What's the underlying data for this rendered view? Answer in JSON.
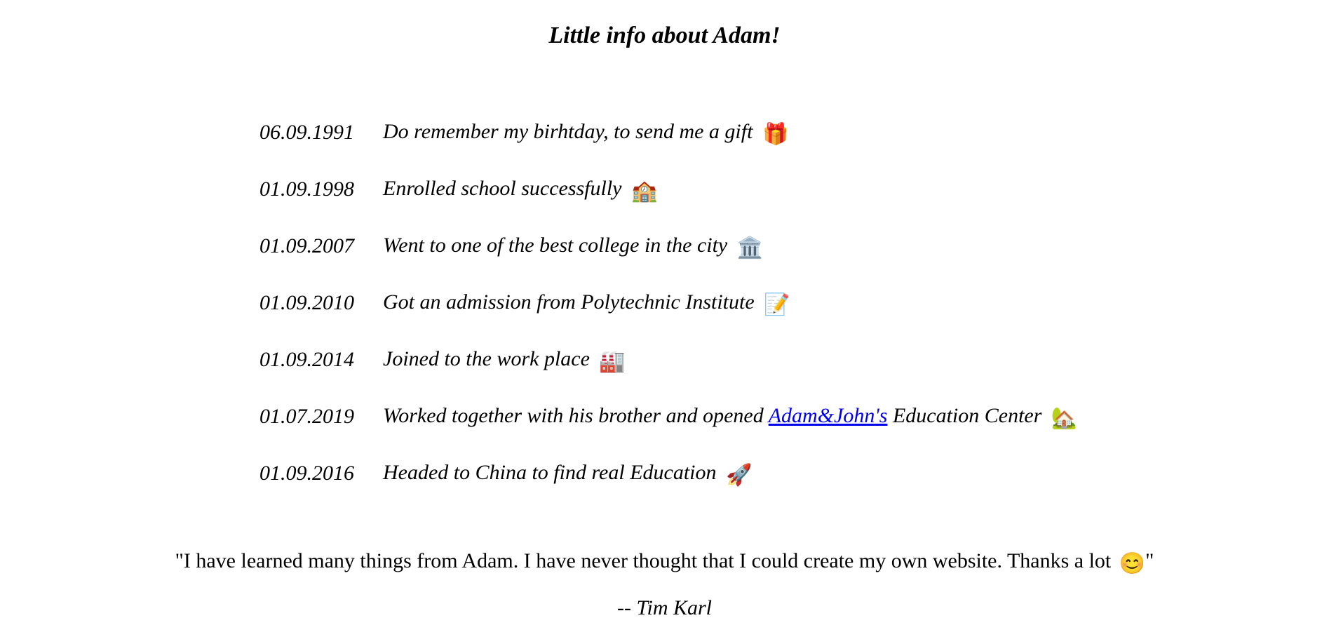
{
  "page": {
    "title": "Little info about Adam!"
  },
  "timeline": [
    {
      "date": "06.09.1991",
      "text_before": "Do remember my birhtday, to send me a gift",
      "link": "",
      "text_after": "",
      "icon": "gift-icon",
      "glyph": "🎁"
    },
    {
      "date": "01.09.1998",
      "text_before": "Enrolled school successfully",
      "link": "",
      "text_after": "",
      "icon": "school-icon",
      "glyph": "🏫"
    },
    {
      "date": "01.09.2007",
      "text_before": "Went to one of the best college in the city",
      "link": "",
      "text_after": "",
      "icon": "college-building-icon",
      "glyph": "🏛️"
    },
    {
      "date": "01.09.2010",
      "text_before": "Got an admission from Polytechnic Institute",
      "link": "",
      "text_after": "",
      "icon": "document-icon",
      "glyph": "📝"
    },
    {
      "date": "01.09.2014",
      "text_before": "Joined to the work place",
      "link": "",
      "text_after": "",
      "icon": "factory-icon",
      "glyph": "🏭"
    },
    {
      "date": "01.07.2019",
      "text_before": "Worked together with his brother and opened",
      "link": "Adam&John's",
      "text_after": "Education Center",
      "icon": "house-icon",
      "glyph": "🏡"
    },
    {
      "date": "01.09.2016",
      "text_before": "Headed to China to find real Education",
      "link": "",
      "text_after": "",
      "icon": "rocket-icon",
      "glyph": "🚀"
    }
  ],
  "testimonial": {
    "quote_before": "\"I have learned many things from Adam. I have never thought that I could create my own website. Thanks a lot",
    "quote_after": "\"",
    "smile_glyph": "😊",
    "author_prefix": "--",
    "author_name": "Tim Karl"
  }
}
